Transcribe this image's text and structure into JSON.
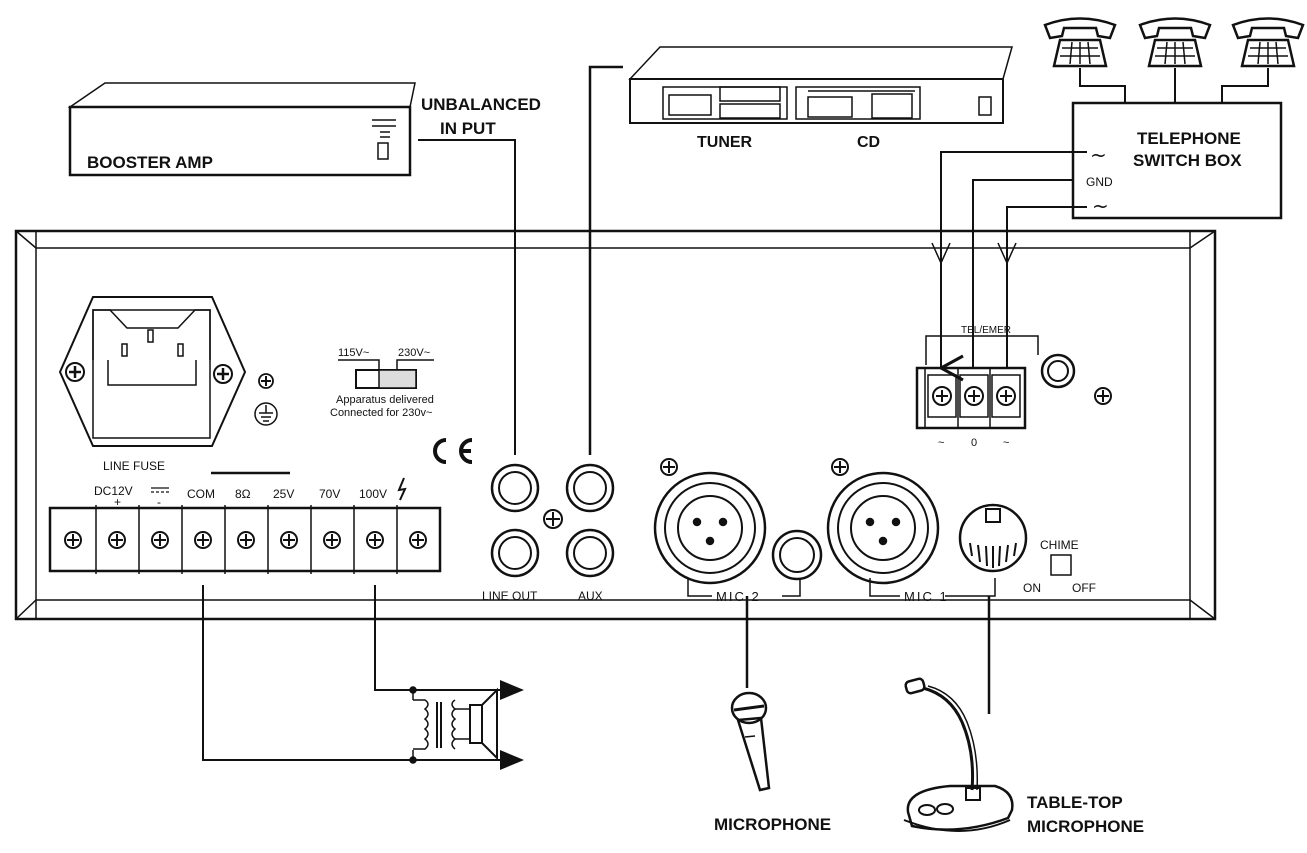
{
  "devices": {
    "booster_amp": "BOOSTER AMP",
    "unbalanced_input": [
      "UNBALANCED",
      "IN PUT"
    ],
    "tuner": "TUNER",
    "cd": "CD",
    "telephone_switch_box": [
      "TELEPHONE",
      "SWITCH BOX"
    ],
    "gnd": "GND",
    "tilde": "~",
    "microphone": "MICROPHONE",
    "tabletop_microphone": [
      "TABLE-TOP",
      "MICROPHONE"
    ]
  },
  "panel": {
    "voltage_115": "115V~",
    "voltage_230": "230V~",
    "apparatus_note": [
      "Apparatus delivered",
      "Connected for 230v~"
    ],
    "line_fuse": "LINE FUSE",
    "ce_mark": "CE",
    "terminals": [
      "DC12V",
      "+",
      "-",
      "COM",
      "8Ω",
      "25V",
      "70V",
      "100V"
    ],
    "line_out": "LINE OUT",
    "aux": "AUX",
    "mic2": "MIC 2",
    "mic1": "MIC 1",
    "tel_emer": "TEL/EMER",
    "tel_terminal_labels": [
      "~",
      "0",
      "~"
    ],
    "chime": "CHIME",
    "chime_on": "ON",
    "chime_off": "OFF"
  }
}
